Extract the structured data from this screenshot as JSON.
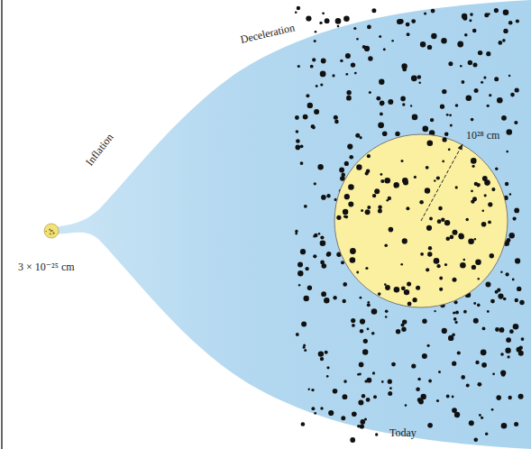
{
  "diagram": {
    "labels": [
      "Inflation",
      "Deceleration",
      "3 × 10⁻²⁵ cm",
      "10²⁸ cm",
      "Today"
    ]
  }
}
